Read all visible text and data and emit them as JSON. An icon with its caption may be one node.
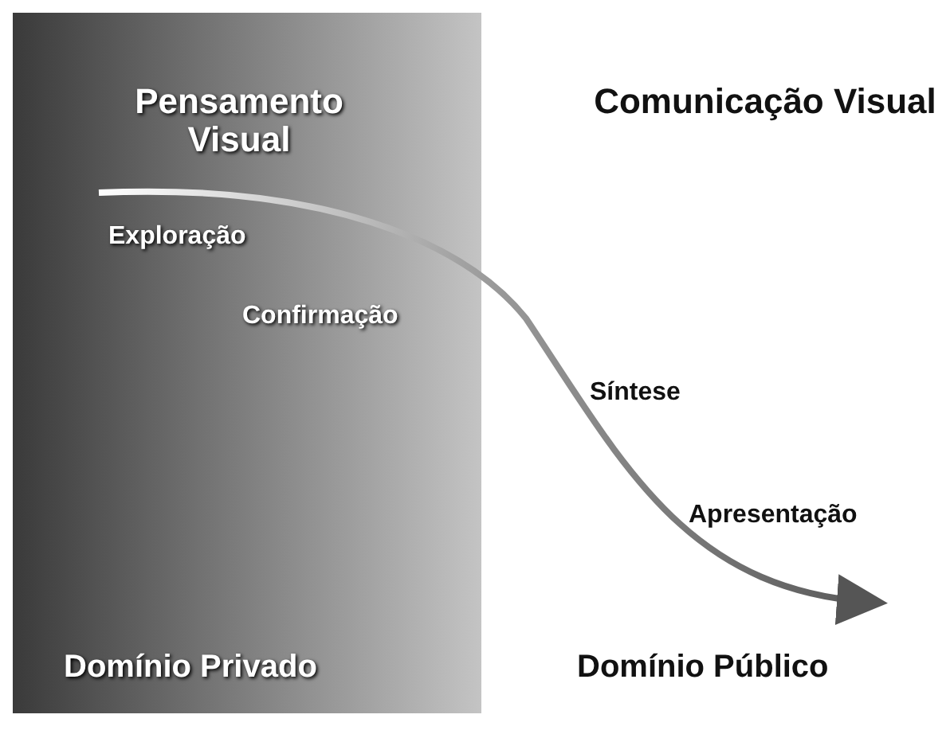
{
  "diagram": {
    "labels": [
      "Pensamento Visual",
      "Comunicação Visual",
      "Exploração",
      "Confirmação",
      "Síntese",
      "Apresentação",
      "Domínio Privado",
      "Domínio Público"
    ]
  }
}
